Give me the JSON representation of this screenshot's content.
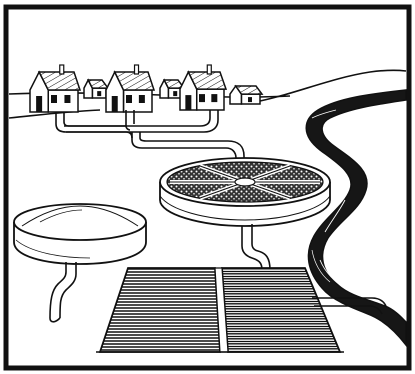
{
  "illustration": {
    "subject": "",
    "elements": [
      "house-icon",
      "sewer-pipe",
      "circular-trickling-filter",
      "settling-tank",
      "drying-beds",
      "river"
    ]
  }
}
